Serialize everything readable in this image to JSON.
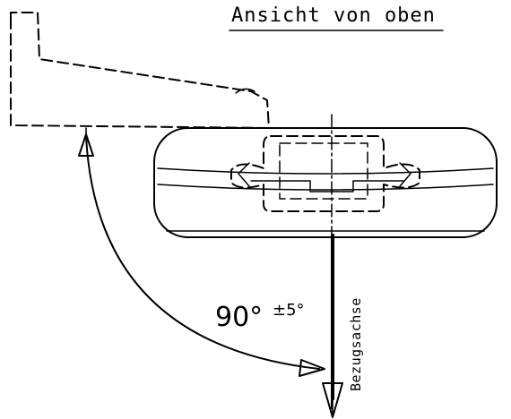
{
  "drawing": {
    "title": "Ansicht von oben",
    "angle_label": "90°",
    "tolerance_label": "±5°",
    "axis_label": "Bezugsachse"
  }
}
